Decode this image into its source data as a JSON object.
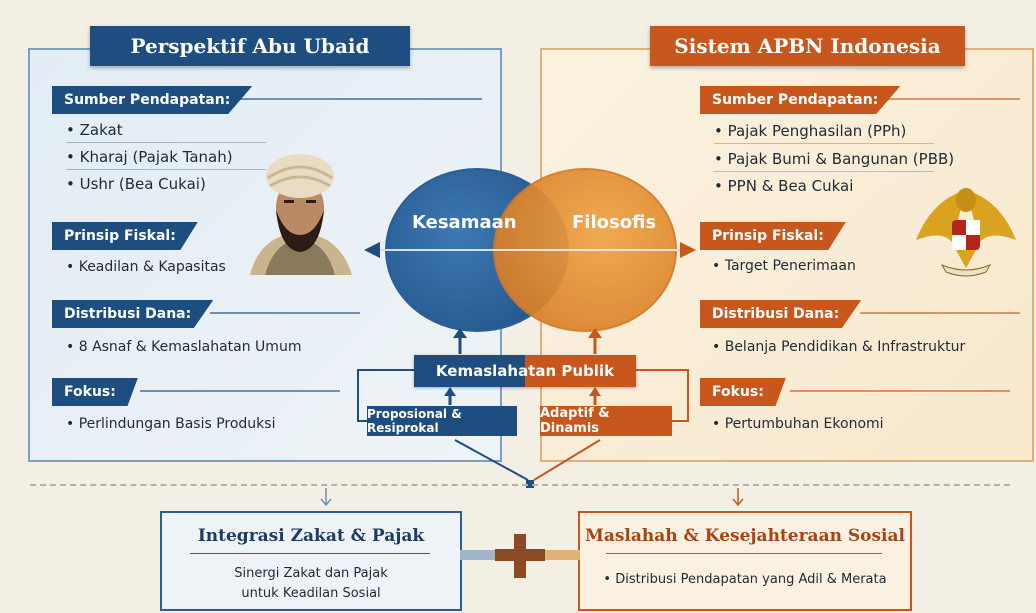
{
  "left": {
    "title": "Perspektif Abu Ubaid",
    "sumber": {
      "label": "Sumber Pendapatan:",
      "items": [
        "• Zakat",
        "• Kharaj (Pajak Tanah)",
        "• Ushr (Bea Cukai)"
      ]
    },
    "prinsip": {
      "label": "Prinsip Fiskal:",
      "items": [
        "• Keadilan & Kapasitas"
      ]
    },
    "distribusi": {
      "label": "Distribusi Dana:",
      "items": [
        "• 8 Asnaf & Kemaslahatan Umum"
      ]
    },
    "fokus": {
      "label": "Fokus:",
      "items": [
        "• Perlindungan Basis Produksi"
      ]
    }
  },
  "right": {
    "title": "Sistem APBN Indonesia",
    "sumber": {
      "label": "Sumber Pendapatan:",
      "items": [
        "• Pajak Penghasilan (PPh)",
        "• Pajak Bumi & Bangunan (PBB)",
        "• PPN & Bea Cukai"
      ]
    },
    "prinsip": {
      "label": "Prinsip Fiskal:",
      "items": [
        "• Target Penerimaan"
      ]
    },
    "distribusi": {
      "label": "Distribusi Dana:",
      "items": [
        "• Belanja Pendidikan & Infrastruktur"
      ]
    },
    "fokus": {
      "label": "Fokus:",
      "items": [
        "• Pertumbuhan Ekonomi"
      ]
    }
  },
  "center": {
    "circle_left": "Kesamaan",
    "circle_right": "Filosofis",
    "kemaslahatan": "Kemaslahatan Publik",
    "proporsional": "Proposional & Resiprokal",
    "adaptif": "Adaptif & Dinamis"
  },
  "bottom": {
    "left_title": "Integrasi Zakat & Pajak",
    "left_text_1": "Sinergi Zakat dan Pajak",
    "left_text_2": "untuk Keadilan Sosial",
    "right_title": "Maslahah & Kesejahteraan Sosial",
    "right_text": "• Distribusi Pendapatan yang Adil & Merata"
  },
  "colors": {
    "blue": "#1e4d80",
    "orange": "#c8571e"
  }
}
